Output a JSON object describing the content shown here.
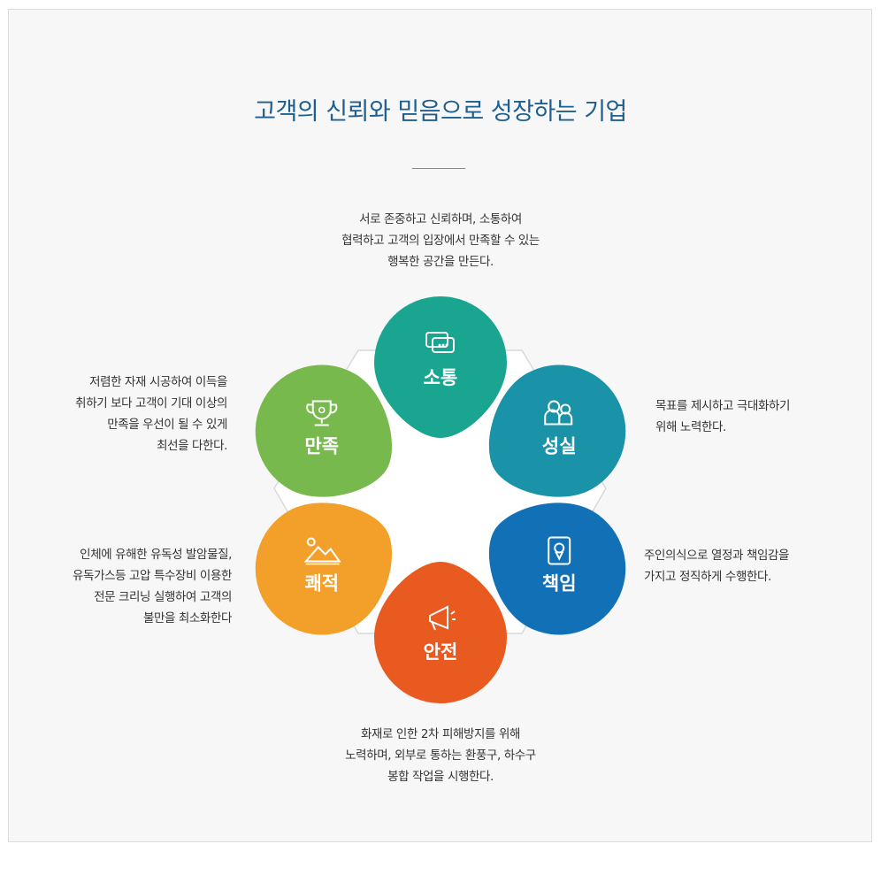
{
  "title": "고객의 신뢰와 믿음으로 성장하는 기업",
  "petals": [
    {
      "label": "소통",
      "icon": "chat-bubbles-icon",
      "color": "#19a58f",
      "desc": [
        "서로 존중하고 신뢰하며, 소통하여",
        "협력하고 고객의 입장에서 만족할 수 있는",
        "행복한 공간을 만든다."
      ]
    },
    {
      "label": "성실",
      "icon": "people-icon",
      "color": "#1a93a8",
      "desc": [
        "목표를 제시하고 극대화하기",
        "위해 노력한다."
      ]
    },
    {
      "label": "책임",
      "icon": "location-device-icon",
      "color": "#1270b6",
      "desc": [
        "주인의식으로 열정과 책임감을",
        "가지고 정직하게 수행한다."
      ]
    },
    {
      "label": "안전",
      "icon": "megaphone-icon",
      "color": "#e95a20",
      "desc": [
        "화재로 인한 2차 피해방지를 위해",
        "노력하며, 외부로 통하는 환풍구, 하수구",
        "봉합 작업을 시행한다."
      ]
    },
    {
      "label": "쾌적",
      "icon": "mountain-sun-icon",
      "color": "#f3a02a",
      "desc": [
        "인체에 유해한 유독성 발암물질,",
        "유독가스등 고압 특수장비 이용한",
        "전문 크리닝 실행하여 고객의",
        "불만을 최소화한다"
      ]
    },
    {
      "label": "만족",
      "icon": "trophy-icon",
      "color": "#77b94c",
      "desc": [
        "저렴한 자재 시공하여 이득을",
        "취하기 보다 고객이 기대 이상의",
        "만족을 우선이 될 수 있게",
        "최선을 다한다."
      ]
    }
  ]
}
